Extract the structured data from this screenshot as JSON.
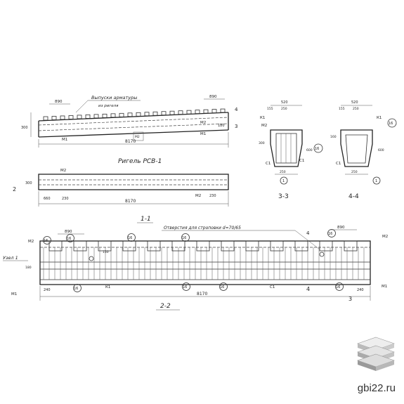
{
  "sheet": {
    "title": "Ригель РСВ-1",
    "section_1_1": "1-1",
    "section_2_2": "2-2",
    "section_3_3": "3-3",
    "section_4_4": "4-4",
    "note_outlets": "Выпуски арматуры",
    "note_outlets_sub": "из ригеля",
    "note_holes": "Отверстия для строповки d=70/65",
    "node_label": "Узел 1",
    "mark_k1": "К1",
    "mark_m1": "М1",
    "mark_m2": "М2",
    "mark_c1": "С1",
    "balloon_16": "16",
    "balloon_1": "1",
    "dim_8170": "8170",
    "dim_890": "890",
    "dim_660": "660",
    "dim_230": "230",
    "dim_240": "240",
    "dim_520": "520",
    "dim_250": "250",
    "dim_155": "155",
    "dim_600": "600",
    "dim_150": "150",
    "dim_300": "300",
    "dim_160": "160",
    "dim_180": "180"
  },
  "watermark": {
    "site": "gbi22.ru"
  },
  "colors": {
    "line": "#333333",
    "logo_light": "#dddddd",
    "logo_dark": "#9a9a9a"
  }
}
